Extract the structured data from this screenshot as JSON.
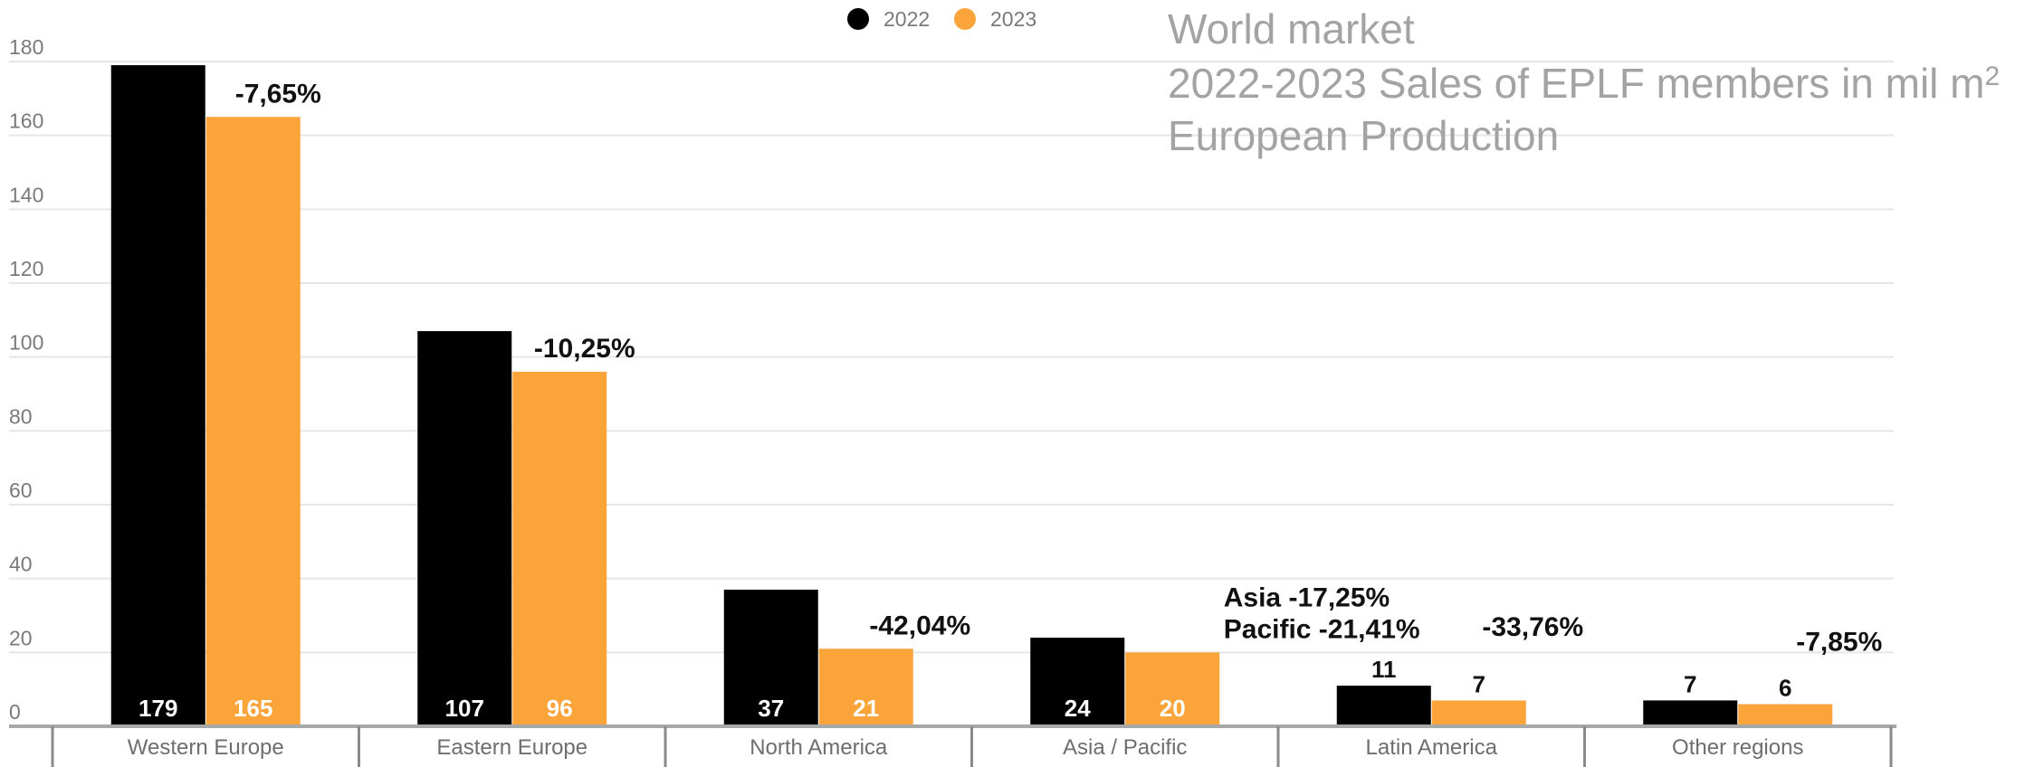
{
  "chart_data": {
    "type": "bar",
    "title_lines": [
      "World market",
      "2022-2023 Sales of EPLF members in mil m",
      "European Production"
    ],
    "title_superscript": "2",
    "categories": [
      "Western Europe",
      "Eastern Europe",
      "North America",
      "Asia / Pacific",
      "Latin America",
      "Other regions"
    ],
    "series": [
      {
        "name": "2022",
        "color": "#000000",
        "values": [
          179,
          107,
          37,
          24,
          11,
          7
        ]
      },
      {
        "name": "2023",
        "color": "#faa43a",
        "values": [
          165,
          96,
          21,
          20,
          7,
          6
        ]
      }
    ],
    "change_labels": [
      [
        "-7,65%"
      ],
      [
        "-10,25%"
      ],
      [
        "-42,04%"
      ],
      [
        "Asia -17,25%",
        "Pacific -21,41%"
      ],
      [
        "-33,76%"
      ],
      [
        "-7,85%"
      ]
    ],
    "y_ticks": [
      0,
      20,
      40,
      60,
      80,
      100,
      120,
      140,
      160,
      180
    ],
    "ylim": [
      0,
      180
    ],
    "grid": true,
    "legend_position": "top-center"
  }
}
